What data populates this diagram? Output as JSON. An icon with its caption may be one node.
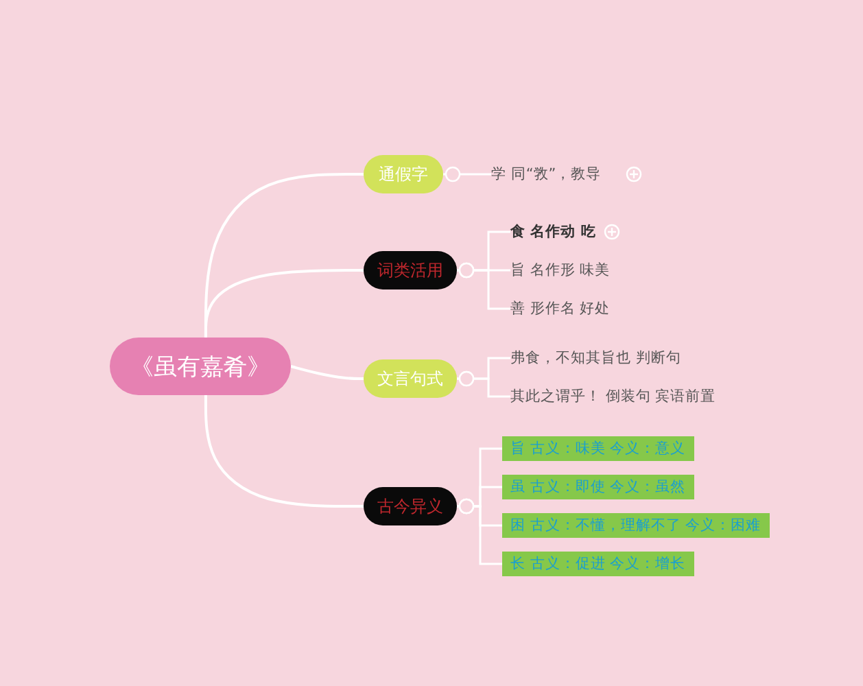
{
  "diagram": {
    "nodes": [
      {
        "text": [
          "《虽有嘉肴》"
        ]
      },
      {
        "text": [
          "通假字"
        ]
      },
      {
        "text": [
          "学 同“敩”，教导"
        ]
      },
      {
        "text": [
          "词类活用"
        ]
      },
      {
        "text": [
          "食 名作动 吃"
        ]
      },
      {
        "text": [
          "旨 名作形 味美"
        ]
      },
      {
        "text": [
          "善 形作名 好处"
        ]
      },
      {
        "text": [
          "文言句式"
        ]
      },
      {
        "text": [
          "弗食，不知其旨也 判断句"
        ]
      },
      {
        "text": [
          "其此之谓乎！ 倒装句 宾语前置"
        ]
      },
      {
        "text": [
          "古今异义"
        ]
      },
      {
        "text": [
          "旨 古义：味美 今义：意义"
        ]
      },
      {
        "text": [
          "虽 古义：即使 今义：虽然"
        ]
      },
      {
        "text": [
          "困 古义：不懂，理解不了 今义：困难"
        ]
      },
      {
        "text": [
          "长 古义：促进 今义：增长"
        ]
      }
    ],
    "edges": [
      {
        "from": 0,
        "to": 1,
        "arrow": "none"
      },
      {
        "from": 0,
        "to": 3,
        "arrow": "none"
      },
      {
        "from": 0,
        "to": 7,
        "arrow": "none"
      },
      {
        "from": 0,
        "to": 10,
        "arrow": "none"
      },
      {
        "from": 1,
        "to": 2,
        "arrow": "other"
      },
      {
        "from": 3,
        "to": 4,
        "arrow": "other"
      },
      {
        "from": 3,
        "to": 5,
        "arrow": "other"
      },
      {
        "from": 3,
        "to": 6,
        "arrow": "other"
      },
      {
        "from": 7,
        "to": 8,
        "arrow": "other"
      },
      {
        "from": 7,
        "to": 9,
        "arrow": "other"
      },
      {
        "from": 10,
        "to": 11,
        "arrow": "other"
      },
      {
        "from": 10,
        "to": 12,
        "arrow": "other"
      },
      {
        "from": 10,
        "to": 13,
        "arrow": "other"
      },
      {
        "from": 10,
        "to": 14,
        "arrow": "other"
      }
    ]
  }
}
